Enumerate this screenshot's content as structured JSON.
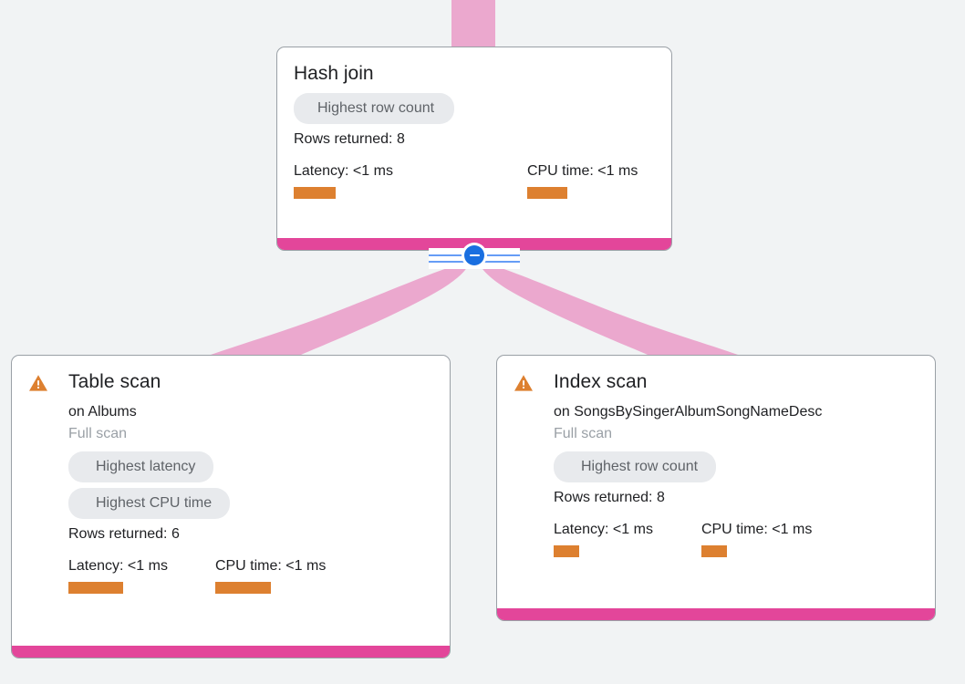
{
  "theme": {
    "background": "#f1f3f4",
    "card_background": "#ffffff",
    "card_border": "#9aa0a6",
    "accent_bar": "#e3469a",
    "edge_flow": "#eba8ce",
    "metric_bar": "#dd8030",
    "chip_background": "#e8eaed",
    "chip_text": "#5f6368",
    "warning": "#dd8030",
    "toggle_blue": "#1a6fe0",
    "toggle_line": "#669df6",
    "muted_text": "#9aa0a6",
    "primary_text": "#202124"
  },
  "toggle": {
    "name": "collapse-toggle",
    "state": "expanded",
    "glyph": "minus-icon"
  },
  "nodes": [
    {
      "id": "hash-join",
      "title": "Hash join",
      "has_warning": false,
      "subtitle": "",
      "scan_type": "",
      "chips": [
        "Highest row count"
      ],
      "rows_returned": "Rows returned: 8",
      "metrics": [
        {
          "label": "Latency: <1 ms",
          "kind": "latency"
        },
        {
          "label": "CPU time: <1 ms",
          "kind": "cpu"
        }
      ]
    },
    {
      "id": "table-scan",
      "title": "Table scan",
      "has_warning": true,
      "warning_icon": "warning-triangle-icon",
      "subtitle": "on Albums",
      "scan_type": "Full scan",
      "chips": [
        "Highest latency",
        "Highest CPU time"
      ],
      "rows_returned": "Rows returned: 6",
      "metrics": [
        {
          "label": "Latency: <1 ms",
          "kind": "latency"
        },
        {
          "label": "CPU time: <1 ms",
          "kind": "cpu"
        }
      ]
    },
    {
      "id": "index-scan",
      "title": "Index scan",
      "has_warning": true,
      "warning_icon": "warning-triangle-icon",
      "subtitle": "on SongsBySingerAlbumSongNameDesc",
      "scan_type": "Full scan",
      "chips": [
        "Highest row count"
      ],
      "rows_returned": "Rows returned: 8",
      "metrics": [
        {
          "label": "Latency: <1 ms",
          "kind": "latency"
        },
        {
          "label": "CPU time: <1 ms",
          "kind": "cpu"
        }
      ]
    }
  ]
}
